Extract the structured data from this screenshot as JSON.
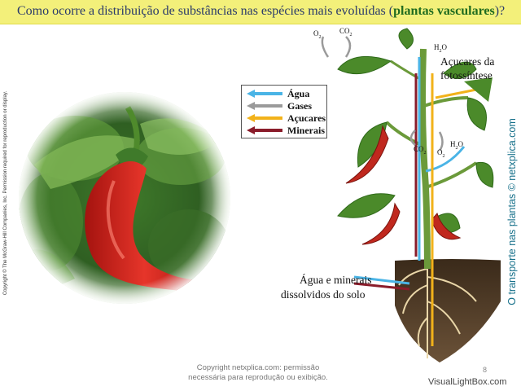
{
  "title": {
    "prefix": "Como ocorre a distribuição de substâncias nas espécies mais evoluídas (",
    "bold": "plantas vasculares",
    "suffix": ")?"
  },
  "copyright_side": "Copyright © The McGraw-Hill Companies, Inc. Permission required for reproduction or display.",
  "side_text": "O transporte nas plantas © netxplica.com",
  "legend": {
    "items": [
      {
        "label": "Água",
        "color": "#4ab4e6"
      },
      {
        "label": "Gases",
        "color": "#9a9a9a"
      },
      {
        "label": "Açucares",
        "color": "#f2b21a"
      },
      {
        "label": "Minerais",
        "color": "#8a1c2a"
      }
    ]
  },
  "labels": {
    "o2_top": "O",
    "co2_top": "CO",
    "h2o_top": "H",
    "sugars_line1": "Açucares da",
    "sugars_line2": "fotossíntese",
    "co2_mid": "CO",
    "o2_mid": "O",
    "h2o_mid": "H",
    "soil_line1": "Água e minerais",
    "soil_line2": "dissolvidos do solo"
  },
  "footer": {
    "line1": "Copyright netxplica.com: permissão",
    "line2": "necessária para reprodução ou exibição.",
    "page_number": "8"
  },
  "watermark": "VisualLightBox.com"
}
